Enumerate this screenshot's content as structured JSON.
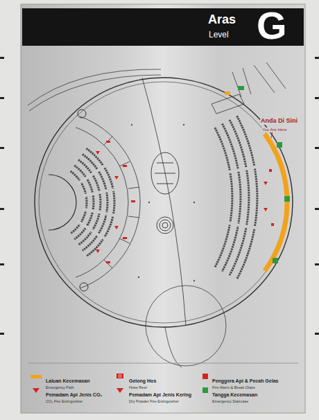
{
  "diagram": {
    "labels": [
      "Aras",
      "Level",
      "G",
      "Anda Di Sini",
      "You Are Here",
      "Emergency Path",
      "Hose Reel",
      "Fire Alarm & Break Glass",
      "CO₂ Fire Extinguisher",
      "Dry Powder Fire Extinguisher",
      "Emergency Staircase"
    ],
    "legend": [
      {
        "text": "Laluan Kecemasan",
        "color": "#f2a31b"
      },
      {
        "text": "Gelong Hos"
      },
      {
        "text": "Penggera Api & Pecah Gelas",
        "color": "#d3241c"
      },
      {
        "text": "Pemadam Api Jenis CO₂"
      },
      {
        "text": "Pemadam Api Jenis Kering"
      },
      {
        "text": "Tangga Kecemasan",
        "color": "#2e9a3e"
      }
    ]
  }
}
